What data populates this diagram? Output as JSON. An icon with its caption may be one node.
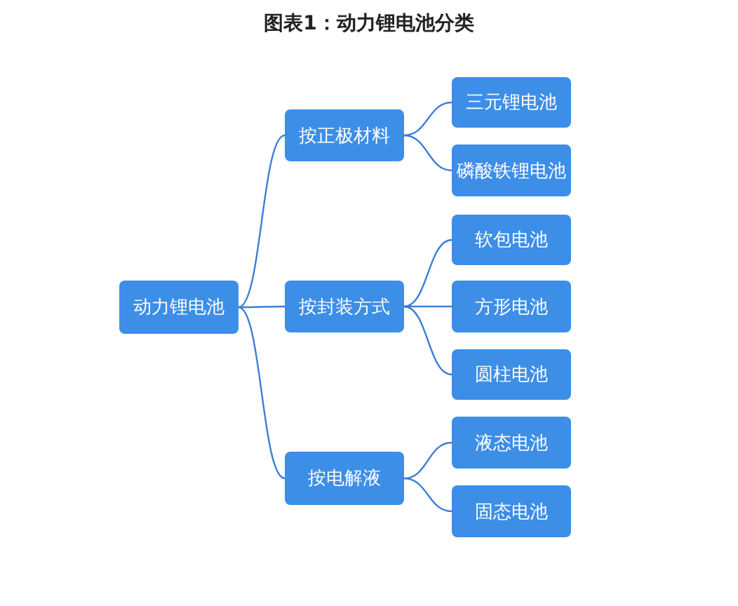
{
  "diagram": {
    "title": "图表1：动力锂电池分类",
    "nodes": [
      {
        "text": [
          "动力锂电池"
        ]
      },
      {
        "text": [
          "按正极材料"
        ]
      },
      {
        "text": [
          "按封装方式"
        ]
      },
      {
        "text": [
          "按电解液"
        ]
      },
      {
        "text": [
          "三元锂电池"
        ]
      },
      {
        "text": [
          "磷酸铁锂电池"
        ]
      },
      {
        "text": [
          "软包电池"
        ]
      },
      {
        "text": [
          "方形电池"
        ]
      },
      {
        "text": [
          "圆柱电池"
        ]
      },
      {
        "text": [
          "液态电池"
        ]
      },
      {
        "text": [
          "固态电池"
        ]
      }
    ],
    "edges": [
      {
        "from": 0,
        "to": 1,
        "arrow": "none"
      },
      {
        "from": 0,
        "to": 2,
        "arrow": "none"
      },
      {
        "from": 0,
        "to": 3,
        "arrow": "none"
      },
      {
        "from": 1,
        "to": 4,
        "arrow": "none"
      },
      {
        "from": 1,
        "to": 5,
        "arrow": "none"
      },
      {
        "from": 2,
        "to": 6,
        "arrow": "none"
      },
      {
        "from": 2,
        "to": 7,
        "arrow": "none"
      },
      {
        "from": 2,
        "to": 8,
        "arrow": "none"
      },
      {
        "from": 3,
        "to": 9,
        "arrow": "none"
      },
      {
        "from": 3,
        "to": 10,
        "arrow": "none"
      }
    ]
  }
}
